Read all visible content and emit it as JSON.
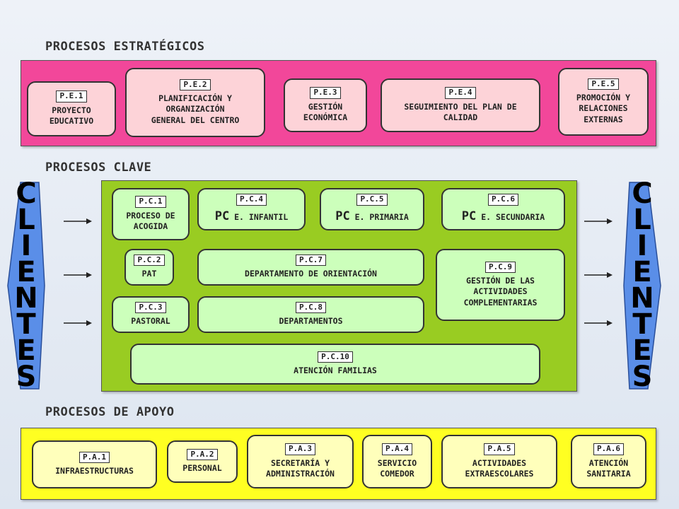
{
  "colors": {
    "strategic_band": "#f2479a",
    "key_band": "#99cc22",
    "support_band": "#ffff22",
    "clients": "#5a8ee8"
  },
  "strategic": {
    "title": "PROCESOS ESTRATÉGICOS",
    "boxes": [
      {
        "code": "P.E.1",
        "label": "PROYECTO\nEDUCATIVO"
      },
      {
        "code": "P.E.2",
        "label": "PLANIFICACIÓN Y\nORGANIZACIÓN\nGENERAL DEL CENTRO"
      },
      {
        "code": "P.E.3",
        "label": "GESTIÓN\nECONÓMICA"
      },
      {
        "code": "P.E.4",
        "label": "SEGUIMIENTO DEL PLAN DE\nCALIDAD"
      },
      {
        "code": "P.E.5",
        "label": "PROMOCIÓN Y\nRELACIONES\nEXTERNAS"
      }
    ]
  },
  "key": {
    "title": "PROCESOS CLAVE",
    "boxes": [
      {
        "code": "P.C.1",
        "label": "PROCESO DE\nACOGIDA"
      },
      {
        "code": "P.C.4",
        "prefix": "PC",
        "label": "E. INFANTIL"
      },
      {
        "code": "P.C.5",
        "prefix": "PC",
        "label": "E. PRIMARIA"
      },
      {
        "code": "P.C.6",
        "prefix": "PC",
        "label": "E. SECUNDARIA"
      },
      {
        "code": "P.C.2",
        "label": "PAT"
      },
      {
        "code": "P.C.7",
        "label": "DEPARTAMENTO DE ORIENTACIÓN"
      },
      {
        "code": "P.C.9",
        "label": "GESTIÓN DE LAS\nACTIVIDADES\nCOMPLEMENTARIAS"
      },
      {
        "code": "P.C.3",
        "label": "PASTORAL"
      },
      {
        "code": "P.C.8",
        "label": "DEPARTAMENTOS"
      },
      {
        "code": "P.C.10",
        "label": "ATENCIÓN FAMILIAS"
      }
    ]
  },
  "support": {
    "title": "PROCESOS DE APOYO",
    "boxes": [
      {
        "code": "P.A.1",
        "label": "INFRAESTRUCTURAS"
      },
      {
        "code": "P.A.2",
        "label": "PERSONAL"
      },
      {
        "code": "P.A.3",
        "label": "SECRETARÍA Y\nADMINISTRACIÓN"
      },
      {
        "code": "P.A.4",
        "label": "SERVICIO\nCOMEDOR"
      },
      {
        "code": "P.A.5",
        "label": "ACTIVIDADES\nEXTRAESCOLARES"
      },
      {
        "code": "P.A.6",
        "label": "ATENCIÓN\nSANITARIA"
      }
    ]
  },
  "clients_left": {
    "letters": [
      "C",
      "L",
      "I",
      "E",
      "N",
      "T",
      "E",
      "S"
    ]
  },
  "clients_right": {
    "letters": [
      "C",
      "L",
      "I",
      "E",
      "N",
      "T",
      "E",
      "S"
    ]
  }
}
